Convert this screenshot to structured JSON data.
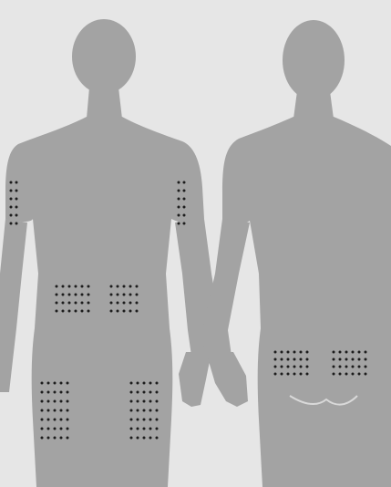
{
  "colors": {
    "background": "#e6e6e6",
    "body": "#a3a3a3",
    "dot": "#1c1c1c",
    "crease": "#d9d9d9"
  },
  "figures": [
    {
      "name": "front-figure",
      "grids": [
        {
          "region": "left-upper-arm",
          "cols": 2,
          "rows": 6
        },
        {
          "region": "right-upper-arm",
          "cols": 2,
          "rows": 6
        },
        {
          "region": "left-abdomen",
          "cols": 6,
          "rows": 4
        },
        {
          "region": "right-abdomen",
          "cols": 5,
          "rows": 4
        },
        {
          "region": "left-thigh",
          "cols": 5,
          "rows": 7
        },
        {
          "region": "right-thigh",
          "cols": 5,
          "rows": 7
        }
      ]
    },
    {
      "name": "back-figure",
      "grids": [
        {
          "region": "left-buttock",
          "cols": 6,
          "rows": 4
        },
        {
          "region": "right-buttock",
          "cols": 6,
          "rows": 4
        }
      ]
    }
  ]
}
